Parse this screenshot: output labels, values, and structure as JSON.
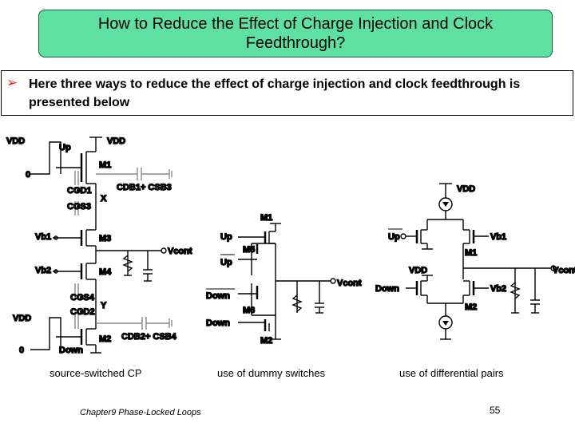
{
  "title": "How to Reduce the Effect of Charge Injection and Clock Feedthrough?",
  "bullet": "Here three ways to reduce the effect of charge injection and clock feedthrough is presented below",
  "captions": {
    "left": "source-switched CP",
    "middle": "use of dummy switches",
    "right": "use of differential pairs"
  },
  "footer": "Chapter9 Phase-Locked Loops",
  "page_number": "55",
  "colors": {
    "title_bg": "#5ee0a3",
    "bullet": "#e02020",
    "parasitic": "#888888"
  },
  "circuit1": {
    "vdd_top": "VDD",
    "vdd_right": "VDD",
    "up": "Up",
    "zero_top": "0",
    "m1": "M1",
    "cgd1": "CGD1",
    "cdb1_csb3": "CDB1+ CSB3",
    "cgs3": "CGS3",
    "x": "X",
    "vb1": "Vb1",
    "m3": "M3",
    "vcont": "Vcont",
    "vb2": "Vb2",
    "m4": "M4",
    "cgs4": "CGS4",
    "cgd2": "CGD2",
    "y": "Y",
    "vdd_bottom": "VDD",
    "zero_bottom": "0",
    "down": "Down",
    "m2": "M2",
    "cdb2_csb4": "CDB2+ CSB4"
  },
  "circuit2": {
    "m1": "M1",
    "up": "Up",
    "m5": "M5",
    "up_bar": "Up",
    "vcont": "Vcont",
    "down_bar": "Down",
    "m6": "M6",
    "down": "Down",
    "m2": "M2"
  },
  "circuit3": {
    "vdd_top": "VDD",
    "up_bar": "Up",
    "vb1": "Vb1",
    "m1": "M1",
    "vcont": "Vcont",
    "vdd_mid": "VDD",
    "down": "Down",
    "vb2": "Vb2",
    "m2": "M2"
  }
}
